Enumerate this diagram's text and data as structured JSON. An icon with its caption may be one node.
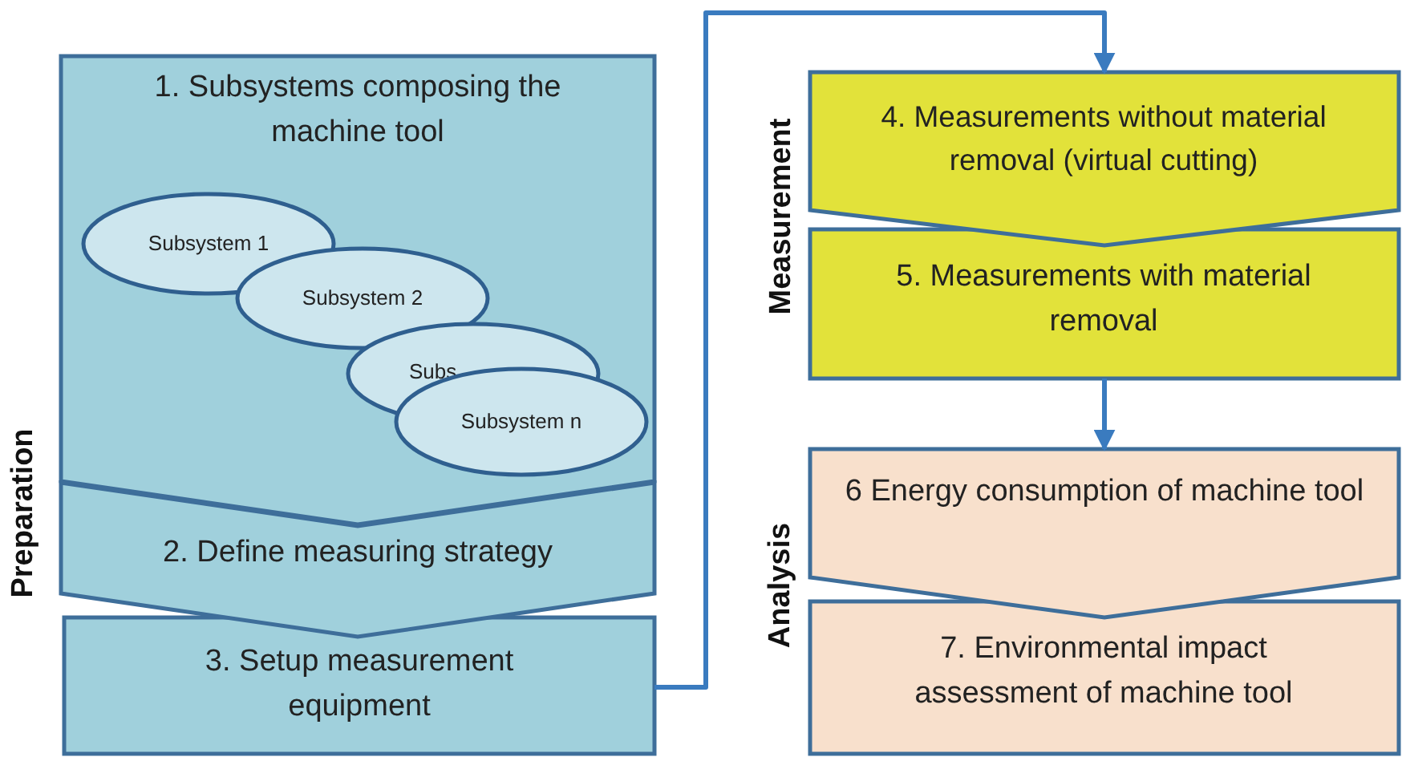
{
  "diagram": {
    "nodes": [
      {
        "text": [
          "1. Subsystems composing the machine tool"
        ]
      },
      {
        "text": [
          "Subsystem 1"
        ],
        "in": 0
      },
      {
        "text": [
          "Subsystem 2"
        ],
        "in": 0
      },
      {
        "text": [
          "Subs"
        ],
        "in": 0
      },
      {
        "text": [
          "Subsystem n"
        ],
        "in": 0
      },
      {
        "text": [
          "2. Define measuring strategy"
        ]
      },
      {
        "text": [
          "3.  Setup measurement equipment"
        ]
      },
      {
        "text": [
          "4. Measurements without material removal (virtual cutting)"
        ]
      },
      {
        "text": [
          "5. Measurements with material removal"
        ]
      },
      {
        "text": [
          "6 Energy consumption of machine tool"
        ]
      },
      {
        "text": [
          "7. Environmental impact assessment of machine tool"
        ]
      }
    ],
    "edges": [
      {
        "from": 6,
        "to": 7,
        "arrow": "to"
      },
      {
        "from": 8,
        "to": 9,
        "arrow": "to"
      }
    ],
    "labels": [
      "Preparation",
      "Measurement",
      "Analysis"
    ]
  }
}
